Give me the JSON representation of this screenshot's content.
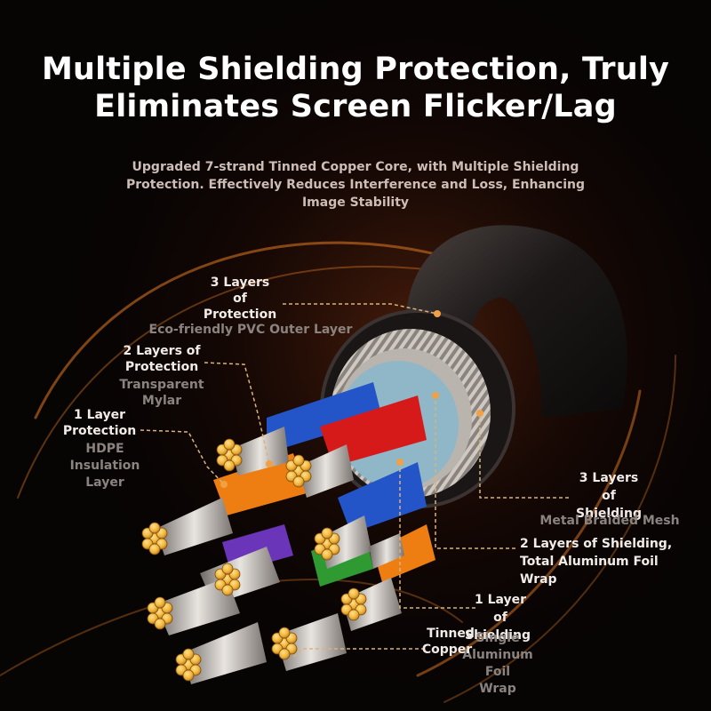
{
  "title_line1": "Multiple Shielding Protection, Truly",
  "title_line2": "Eliminates Screen Flicker/Lag",
  "subtitle_line1": "Upgraded 7-strand Tinned Copper Core, with Multiple Shielding",
  "subtitle_line2": "Protection. Effectively Reduces Interference and Loss, Enhancing",
  "subtitle_line3": "Image Stability",
  "labels": {
    "pvc": {
      "l1": "3 Layers",
      "l2": "of",
      "l3": "Protection",
      "sub": "Eco-friendly PVC Outer Layer"
    },
    "mylar": {
      "l1": "2 Layers of",
      "l2": "Protection",
      "sub1": "Transparent",
      "sub2": "Mylar"
    },
    "hdpe": {
      "l1": "1 Layer",
      "l2": "Protection",
      "sub1": "HDPE",
      "sub2": "Insulation",
      "sub3": "Layer"
    },
    "mesh": {
      "l1": "3 Layers",
      "l2": "of",
      "l3": "Shielding",
      "sub": "Metal Braided Mesh"
    },
    "foil2": {
      "l1": "2 Layers of Shielding,",
      "l2": "Total Aluminum Foil",
      "l3": "Wrap"
    },
    "foil1": {
      "l1": "1 Layer",
      "l2": "of",
      "l3": "Shielding",
      "sub1": "Single",
      "sub2": "Aluminum",
      "sub3": "Foil",
      "sub4": "Wrap"
    },
    "copper": {
      "l1": "Tinned",
      "l2": "Copper"
    }
  },
  "colors": {
    "accent": "#f0a045",
    "leader": "#d8b47a",
    "blue": "#2455c8",
    "red": "#d61a1a",
    "orange": "#ee7e12",
    "green": "#2f9a32",
    "purple": "#6a35b8"
  }
}
